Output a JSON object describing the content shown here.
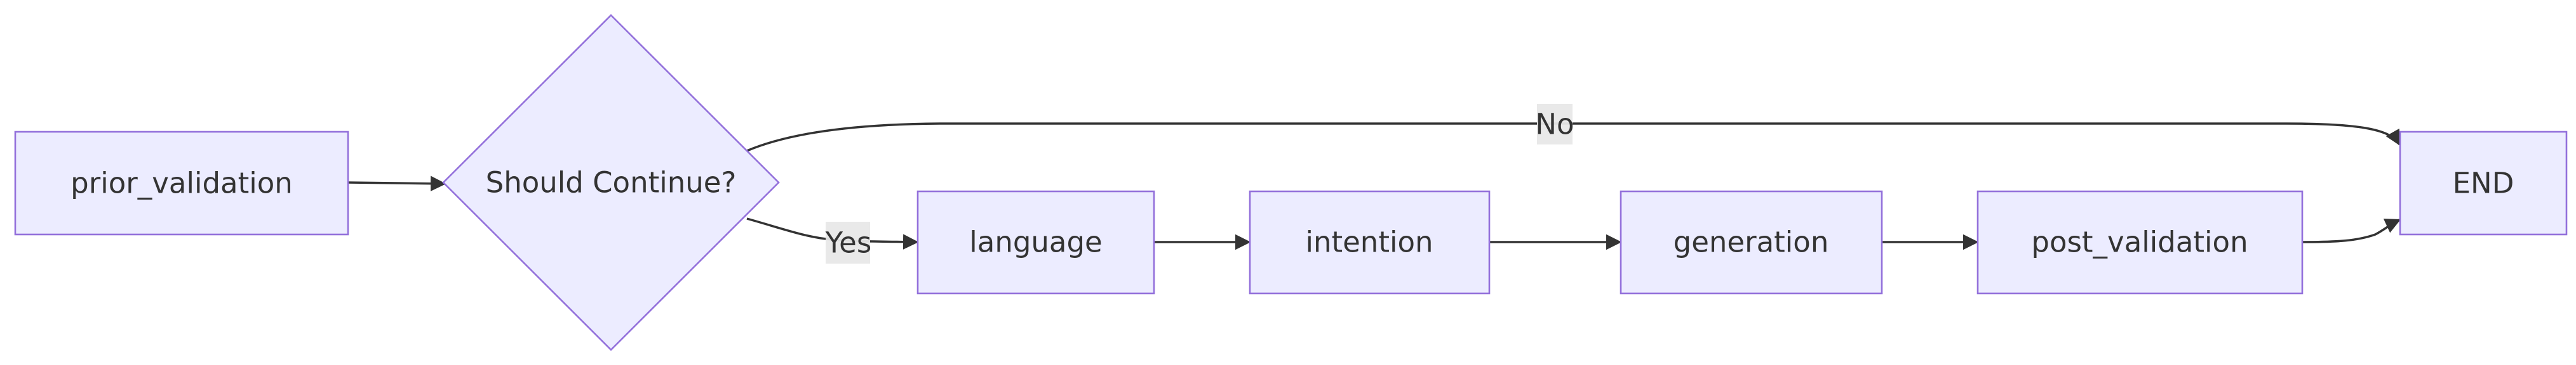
{
  "diagram": {
    "type": "flowchart",
    "direction": "left-to-right",
    "colors": {
      "node_fill": "#ECECFF",
      "node_stroke": "#9370DB",
      "edge": "#333333",
      "label_bg": "#E8E8E8",
      "text": "#333333"
    },
    "nodes": {
      "prior_validation": {
        "label": "prior_validation",
        "shape": "rect"
      },
      "should_continue": {
        "label": "Should Continue?",
        "shape": "diamond"
      },
      "language": {
        "label": "language",
        "shape": "rect"
      },
      "intention": {
        "label": "intention",
        "shape": "rect"
      },
      "generation": {
        "label": "generation",
        "shape": "rect"
      },
      "post_validation": {
        "label": "post_validation",
        "shape": "rect"
      },
      "end": {
        "label": "END",
        "shape": "rect"
      }
    },
    "edges": {
      "prior_to_decision": {
        "from": "prior_validation",
        "to": "should_continue",
        "label": ""
      },
      "decision_no": {
        "from": "should_continue",
        "to": "end",
        "label": "No"
      },
      "decision_yes": {
        "from": "should_continue",
        "to": "language",
        "label": "Yes"
      },
      "language_to_intention": {
        "from": "language",
        "to": "intention",
        "label": ""
      },
      "intention_to_generation": {
        "from": "intention",
        "to": "generation",
        "label": ""
      },
      "generation_to_post": {
        "from": "generation",
        "to": "post_validation",
        "label": ""
      },
      "post_to_end": {
        "from": "post_validation",
        "to": "end",
        "label": ""
      }
    }
  }
}
